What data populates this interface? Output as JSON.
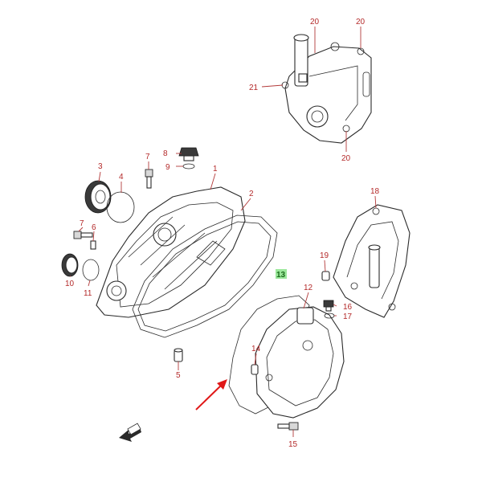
{
  "diagram": {
    "callouts": [
      "1",
      "2",
      "3",
      "4",
      "5",
      "6",
      "7",
      "7",
      "8",
      "9",
      "10",
      "11",
      "12",
      "13",
      "14",
      "15",
      "16",
      "17",
      "18",
      "19",
      "20",
      "20",
      "20",
      "21"
    ],
    "highlighted_callout": "13",
    "colors": {
      "callout": "#b42a2a",
      "highlight_background": "#9be89b",
      "highlight_text": "#1c6b1c",
      "pointer_arrow": "#e01818",
      "line": "#2a2a2a"
    },
    "icons": {
      "front_indicator": "front-direction-arrow-icon",
      "pointer": "red-pointer-arrow-icon"
    }
  }
}
